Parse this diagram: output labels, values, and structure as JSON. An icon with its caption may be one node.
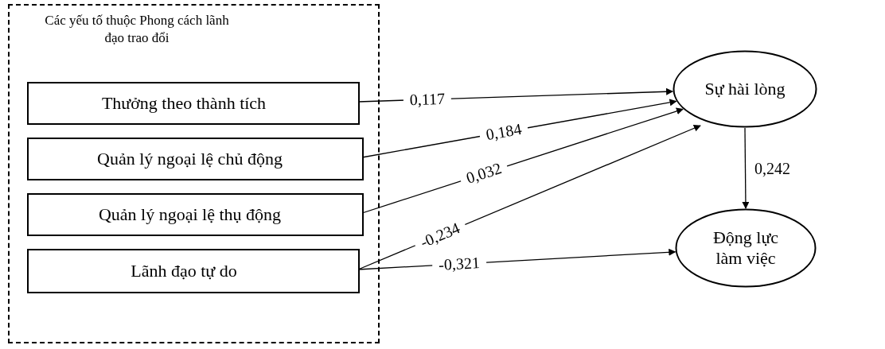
{
  "diagram": {
    "nodes": [
      {
        "text": [
          "Các yếu tố thuộc Phong cách lãnh đạo trao đổi"
        ]
      },
      {
        "text": [
          "Thưởng theo thành tích"
        ],
        "in": 0
      },
      {
        "text": [
          "Quản lý ngoại lệ chủ động"
        ],
        "in": 0
      },
      {
        "text": [
          "Quản lý ngoại lệ thụ động"
        ],
        "in": 0
      },
      {
        "text": [
          "Lãnh đạo tự do"
        ],
        "in": 0
      },
      {
        "text": [
          "Sự hài lòng"
        ]
      },
      {
        "text": [
          "Động lực làm việc"
        ]
      }
    ],
    "edges": [
      {
        "from": 1,
        "to": 5,
        "arrow": "to",
        "label": "0,117"
      },
      {
        "from": 2,
        "to": 5,
        "arrow": "to",
        "label": "0,184"
      },
      {
        "from": 3,
        "to": 5,
        "arrow": "to",
        "label": "0,032"
      },
      {
        "from": 4,
        "to": 5,
        "arrow": "to",
        "label": "-0,234"
      },
      {
        "from": 4,
        "to": 6,
        "arrow": "to",
        "label": "-0,321"
      },
      {
        "from": 5,
        "to": 6,
        "arrow": "to",
        "label": "0,242"
      }
    ]
  }
}
